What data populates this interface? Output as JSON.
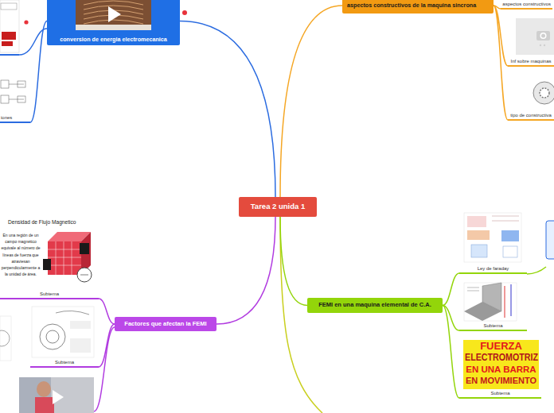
{
  "diagram": {
    "nodes": [
      {
        "text": [
          "Tarea 2 unida 1"
        ]
      },
      {
        "text": [
          "aspectos constructivos de la maquina sincrona"
        ]
      },
      {
        "text": [
          "conversion de energia electromecanica"
        ]
      },
      {
        "text": [
          "FEMI en una maquina elemental de C.A."
        ]
      },
      {
        "text": [
          "Factores que afectan la FEMI"
        ]
      },
      {
        "text": [
          "aspectos constructivos"
        ]
      },
      {
        "text": [
          "Inf sobre maquinas"
        ]
      },
      {
        "text": [
          "tipo de constructiva"
        ]
      },
      {
        "text": [
          "iones"
        ]
      },
      {
        "text": [
          "Ley de faraday"
        ]
      },
      {
        "text": [
          "Subtema"
        ]
      },
      {
        "text": [
          "Subtema"
        ]
      },
      {
        "text": [
          "Subtema"
        ]
      },
      {
        "text": [
          "Subtema"
        ]
      }
    ],
    "edges": [
      {
        "from": 0,
        "to": 1,
        "arrow": "none"
      },
      {
        "from": 0,
        "to": 2,
        "arrow": "none"
      },
      {
        "from": 0,
        "to": 3,
        "arrow": "none"
      },
      {
        "from": 0,
        "to": 4,
        "arrow": "none"
      },
      {
        "from": 1,
        "to": 5,
        "arrow": "none"
      },
      {
        "from": 1,
        "to": 6,
        "arrow": "none"
      },
      {
        "from": 1,
        "to": 7,
        "arrow": "none"
      },
      {
        "from": 2,
        "to": 8,
        "arrow": "none"
      },
      {
        "from": 3,
        "to": 9,
        "arrow": "none"
      },
      {
        "from": 3,
        "to": 10,
        "arrow": "none"
      },
      {
        "from": 3,
        "to": 11,
        "arrow": "none"
      },
      {
        "from": 4,
        "to": 12,
        "arrow": "none"
      },
      {
        "from": 4,
        "to": 13,
        "arrow": "none"
      }
    ],
    "labels": [
      "Densidad de Flujo Magnetico",
      "En una región de un campo magnético equivale al número de líneas de fuerza que atraviesan perpendicularmente a la unidad de área.",
      "FUERZA",
      "ELECTROMOTRIZ",
      "EN UNA BARRA",
      "EN MOVIMIENTO"
    ]
  }
}
